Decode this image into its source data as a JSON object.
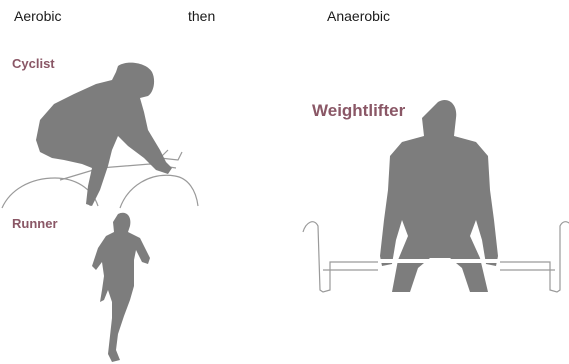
{
  "header": {
    "left": "Aerobic",
    "middle": "then",
    "right": "Anaerobic"
  },
  "labels": {
    "cyclist": "Cyclist",
    "runner": "Runner",
    "weightlifter": "Weightlifter"
  },
  "colors": {
    "label": "#8a5766",
    "silhouette": "#7d7d7d",
    "outline": "#9a9a9a",
    "text": "#1a1a1a"
  }
}
